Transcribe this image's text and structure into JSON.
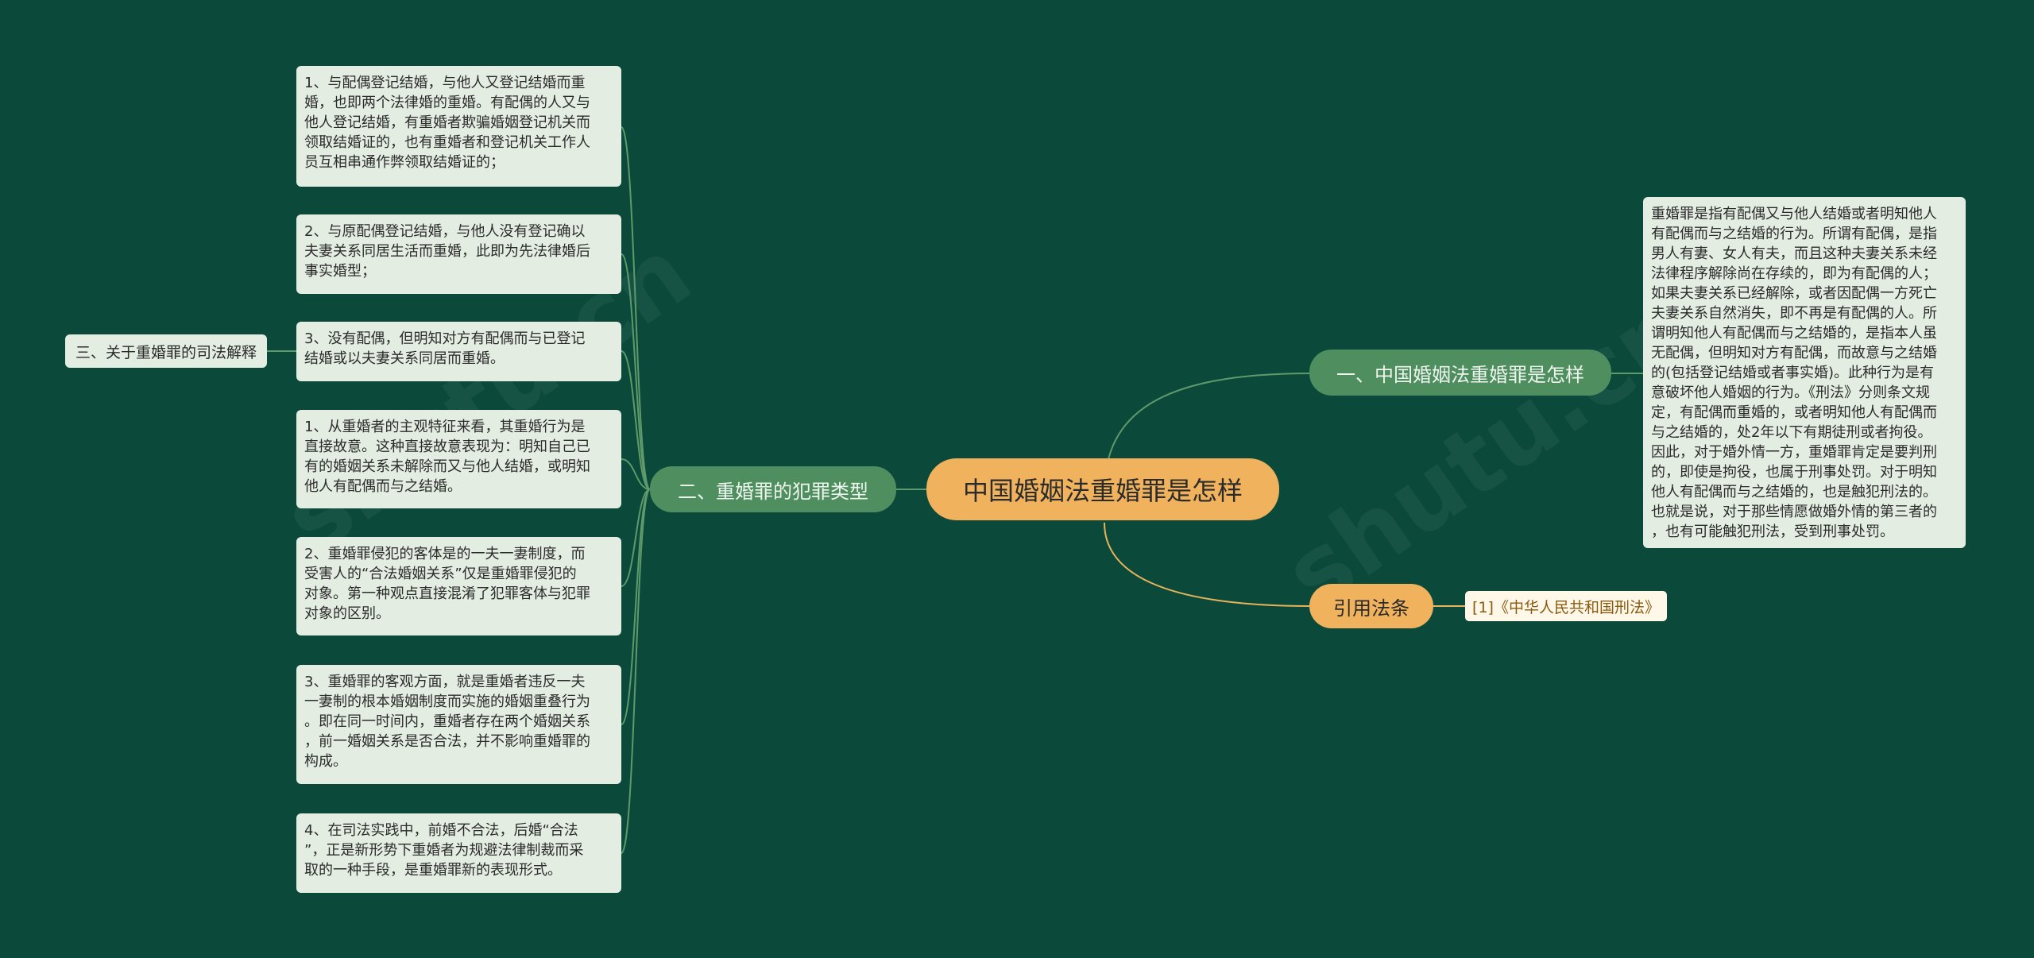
{
  "root": {
    "label": "中国婚姻法重婚罪是怎样"
  },
  "right": {
    "branch1": {
      "label": "一、中国婚姻法重婚罪是怎样",
      "detail": "重婚罪是指有配偶又与他人结婚或者明知他人\n有配偶而与之结婚的行为。所谓有配偶，是指\n男人有妻、女人有夫，而且这种夫妻关系未经\n法律程序解除尚在存续的，即为有配偶的人；\n如果夫妻关系已经解除，或者因配偶一方死亡\n夫妻关系自然消失，即不再是有配偶的人。所\n谓明知他人有配偶而与之结婚的，是指本人虽\n无配偶，但明知对方有配偶，而故意与之结婚\n的(包括登记结婚或者事实婚)。此种行为是有\n意破坏他人婚姻的行为。《刑法》分则条文规\n定，有配偶而重婚的，或者明知他人有配偶而\n与之结婚的，处2年以下有期徒刑或者拘役。\n因此，对于婚外情一方，重婚罪肯定是要判刑\n的，即使是拘役，也属于刑事处罚。对于明知\n他人有配偶而与之结婚的，也是触犯刑法的。\n也就是说，对于那些情愿做婚外情的第三者的\n，也有可能触犯刑法，受到刑事处罚。"
    },
    "branch2": {
      "label": "引用法条",
      "ref": "[1]《中华人民共和国刑法》"
    }
  },
  "left": {
    "branch": {
      "label": "二、重婚罪的犯罪类型"
    },
    "sub": {
      "label": "三、关于重婚罪的司法解释"
    },
    "sub_items": [
      "1、与配偶登记结婚，与他人又登记结婚而重\n婚，也即两个法律婚的重婚。有配偶的人又与\n他人登记结婚，有重婚者欺骗婚姻登记机关而\n领取结婚证的，也有重婚者和登记机关工作人\n员互相串通作弊领取结婚证的；",
      "2、与原配偶登记结婚，与他人没有登记确以\n夫妻关系同居生活而重婚，此即为先法律婚后\n事实婚型；",
      "3、没有配偶，但明知对方有配偶而与已登记\n结婚或以夫妻关系同居而重婚。"
    ],
    "items": [
      "1、从重婚者的主观特征来看，其重婚行为是\n直接故意。这种直接故意表现为：明知自己已\n有的婚姻关系未解除而又与他人结婚，或明知\n他人有配偶而与之结婚。",
      "2、重婚罪侵犯的客体是的一夫一妻制度，而\n受害人的“合法婚姻关系”仅是重婚罪侵犯的\n对象。第一种观点直接混淆了犯罪客体与犯罪\n对象的区别。",
      "3、重婚罪的客观方面，就是重婚者违反一夫\n一妻制的根本婚姻制度而实施的婚姻重叠行为\n。即在同一时间内，重婚者存在两个婚姻关系\n，前一婚姻关系是否合法，并不影响重婚罪的\n构成。",
      "4、在司法实践中，前婚不合法，后婚“合法\n”，正是新形势下重婚者为规避法律制裁而采\n取的一种手段，是重婚罪新的表现形式。"
    ]
  },
  "colors": {
    "background": "#0b4a3a",
    "green_line": "#5e9a6a",
    "orange_line": "#e8b45a",
    "root": "#f0b25c",
    "branch_green": "#4f8f5f",
    "leaf": "#e3ede2"
  }
}
